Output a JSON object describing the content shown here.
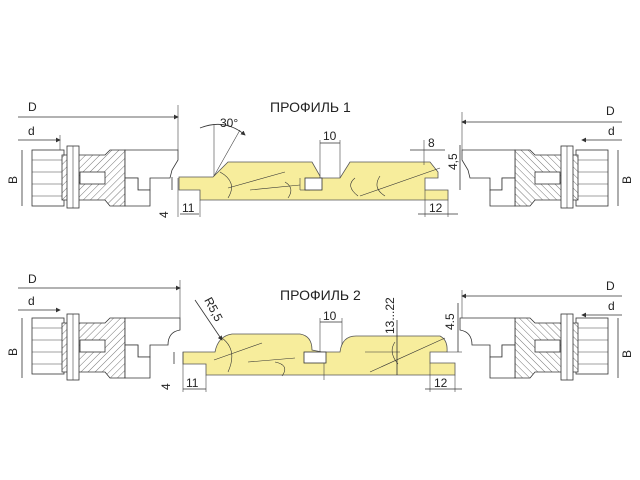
{
  "colors": {
    "wood": "#f7ed9c",
    "line": "#333333"
  },
  "profile1": {
    "title": "ПРОФИЛЬ 1",
    "left_cutter": {
      "D": "D",
      "d": "d",
      "B": "B"
    },
    "right_cutter": {
      "D": "D",
      "d": "d",
      "B": "B"
    },
    "dims": {
      "angle": "30°",
      "tongue_offset": "4",
      "tongue_length": "11",
      "groove_width": "10",
      "chamfer": "8",
      "chamfer_depth": "4,5",
      "groove_depth": "12"
    }
  },
  "profile2": {
    "title": "ПРОФИЛЬ 2",
    "left_cutter": {
      "D": "D",
      "d": "d",
      "B": "B"
    },
    "right_cutter": {
      "D": "D",
      "d": "d",
      "B": "B"
    },
    "dims": {
      "radius": "R5,5",
      "tongue_offset": "4",
      "tongue_length": "11",
      "groove_width": "10",
      "thickness": "13...22",
      "edge_depth": "4.5",
      "groove_depth": "12"
    }
  }
}
